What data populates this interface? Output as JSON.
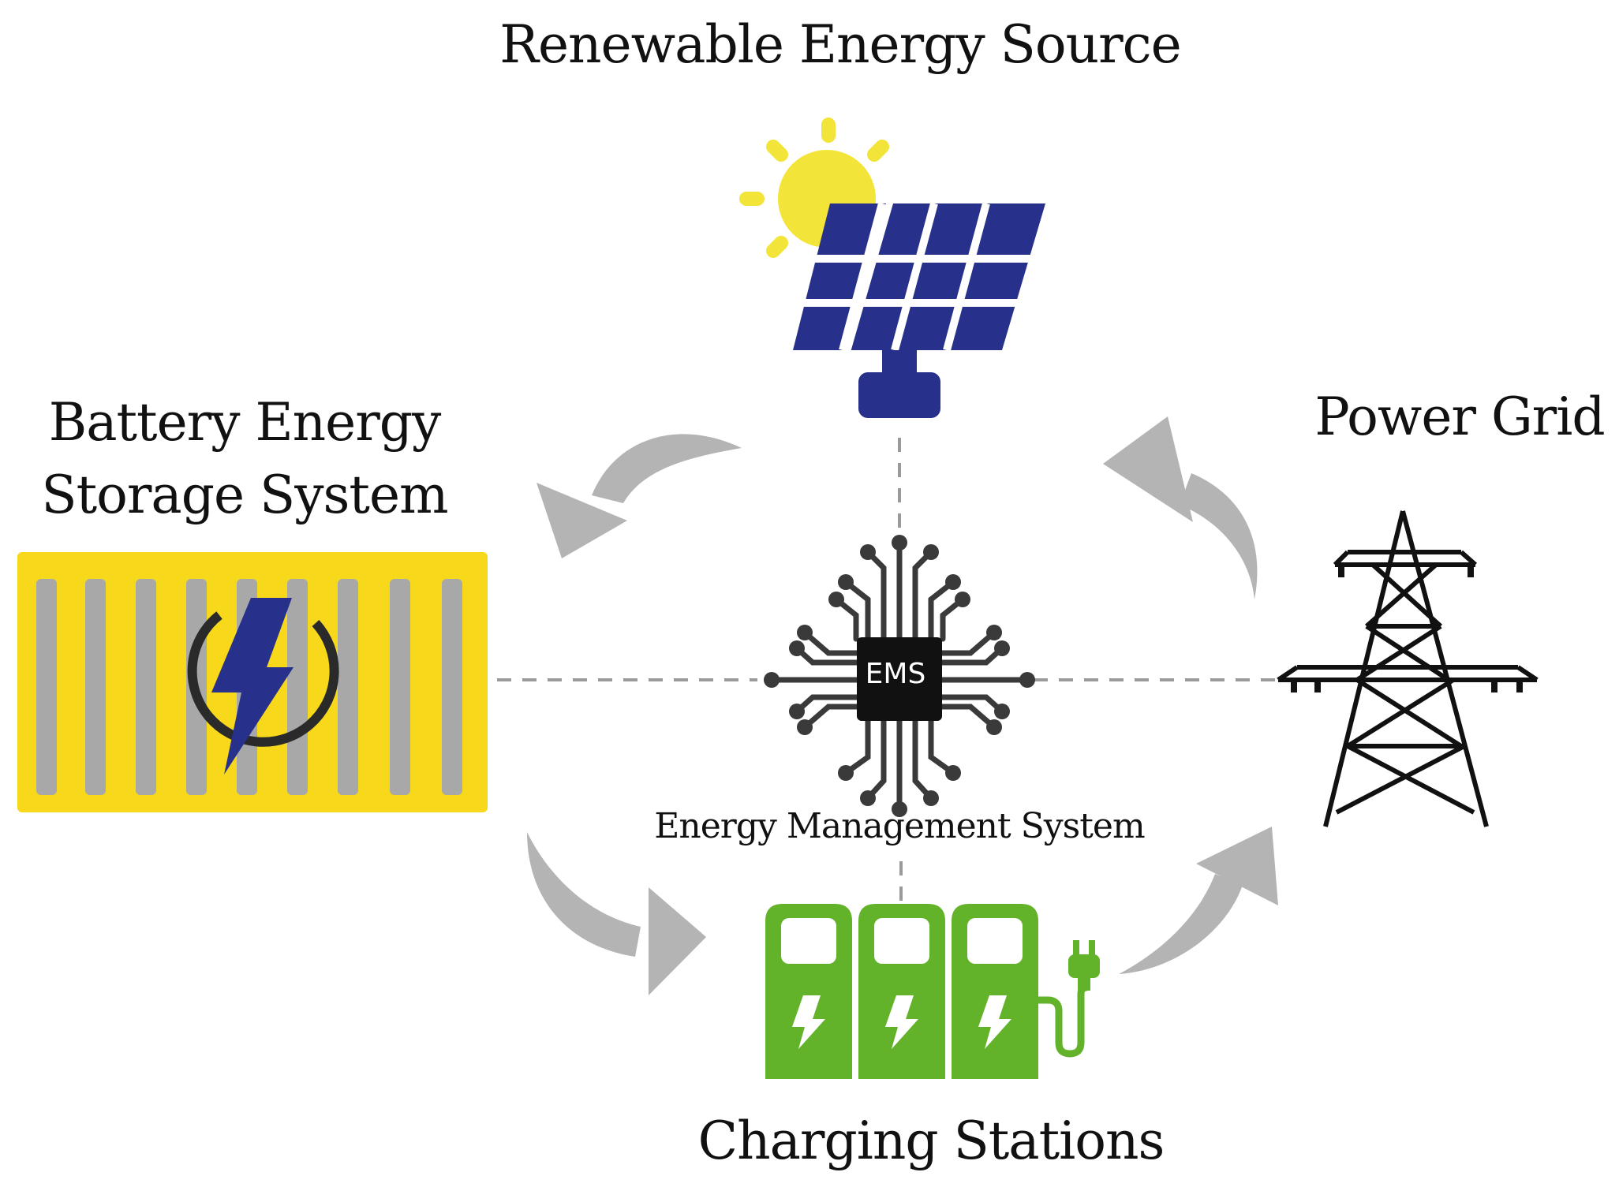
{
  "nodes": {
    "renewable": "Renewable Energy Source",
    "battery_line1": "Battery Energy",
    "battery_line2": "Storage System",
    "grid": "Power Grid",
    "charging": "Charging Stations",
    "ems": "Energy Management System",
    "chip": "EMS"
  },
  "colors": {
    "sun": "#f3e43a",
    "solar_panel": "#27308a",
    "battery_body": "#f7d81b",
    "battery_stripe": "#a8a8a8",
    "bolt": "#27308a",
    "charger": "#62b32a",
    "arrow": "#b4b4b4",
    "dashed_line": "#9a9a9a",
    "chip": "#111111"
  },
  "icons": [
    "sun-icon",
    "solar-panel-icon",
    "battery-container-icon",
    "lightning-bolt-icon",
    "chip-icon",
    "transmission-tower-icon",
    "charging-station-icon",
    "plug-icon"
  ]
}
